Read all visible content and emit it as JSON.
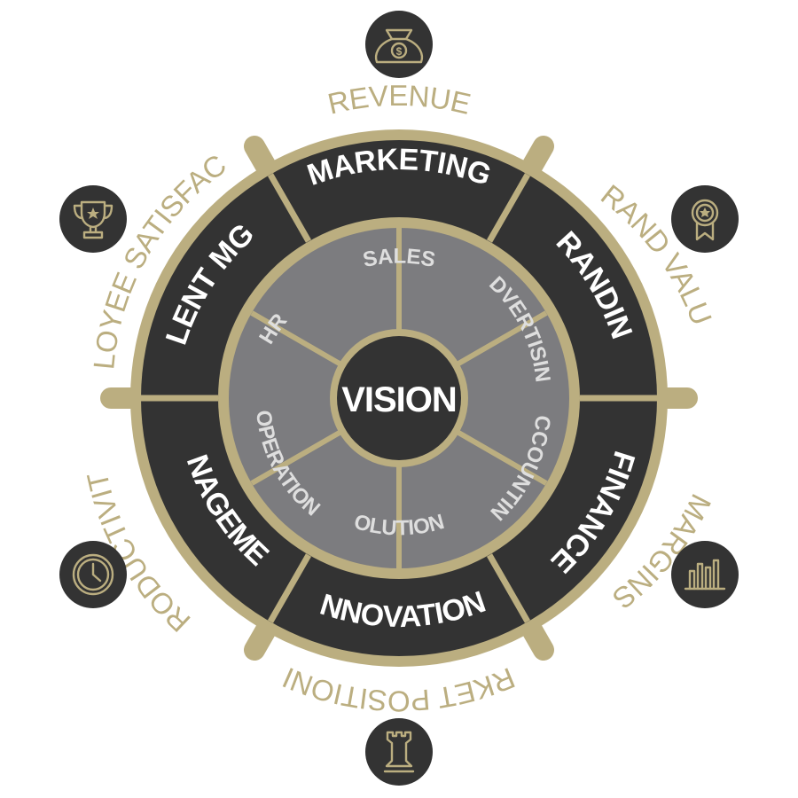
{
  "center": {
    "label": "VISION"
  },
  "outer_ring": [
    "MARKETING",
    "BRANDING",
    "FINANCE",
    "INNOVATION",
    "MANAGEMENT",
    "TALENT MGMT"
  ],
  "inner_ring": [
    "SALES",
    "ADVERTISING",
    "ACCOUNTING",
    "SOLUTIONS",
    "OPERATIONS",
    "HR"
  ],
  "kpis": [
    {
      "label": "REVENUE",
      "icon": "money-bag-icon"
    },
    {
      "label": "BRAND VALUE",
      "icon": "award-badge-icon"
    },
    {
      "label": "MARGINS",
      "icon": "bar-chart-icon"
    },
    {
      "label": "MARKET POSITIONING",
      "icon": "chess-rook-icon"
    },
    {
      "label": "PRODUCTIVITY",
      "icon": "clock-icon"
    },
    {
      "label": "EMPLOYEE SATISFACTION",
      "icon": "trophy-icon"
    }
  ],
  "colors": {
    "gold": "#bbae80",
    "dark": "#333333",
    "gray": "#7c7c7f",
    "white": "#ffffff"
  }
}
